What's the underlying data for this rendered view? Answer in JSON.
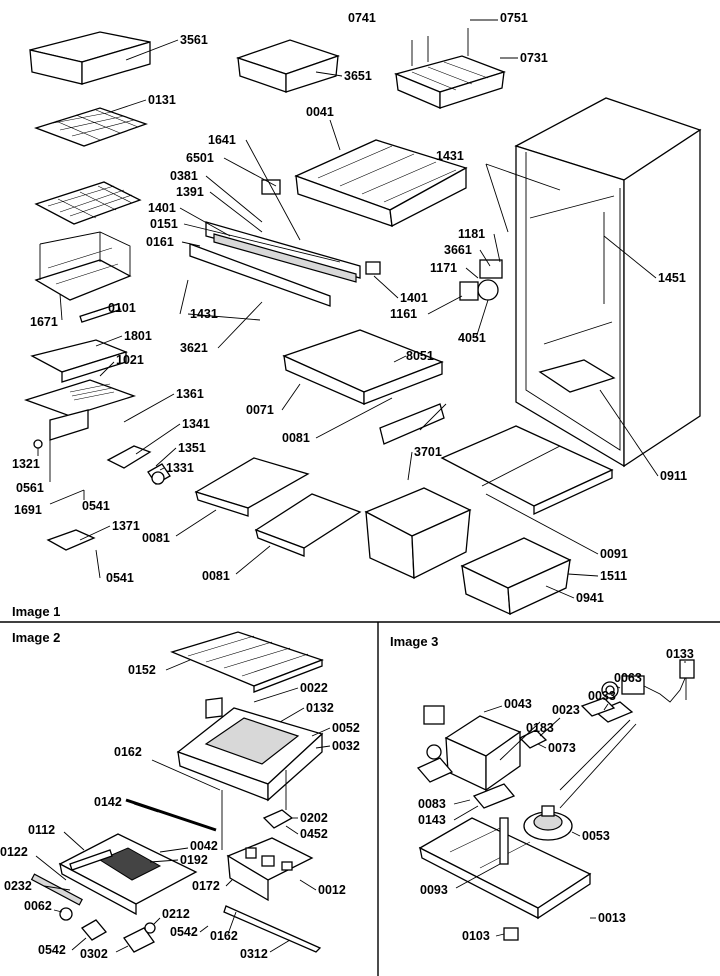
{
  "panels": {
    "image1": "Image 1",
    "image2": "Image 2",
    "image3": "Image 3"
  },
  "callouts": {
    "image1": [
      "3561",
      "3651",
      "0741",
      "0751",
      "0731",
      "0131",
      "0041",
      "1641",
      "6501",
      "0381",
      "1391",
      "1401",
      "0151",
      "0161",
      "1431",
      "1451",
      "1181",
      "3661",
      "1171",
      "1161",
      "1401",
      "4051",
      "1671",
      "0101",
      "1431",
      "3621",
      "1801",
      "1021",
      "8051",
      "0071",
      "0081",
      "1361",
      "1341",
      "1351",
      "1331",
      "1321",
      "0561",
      "0541",
      "1691",
      "1371",
      "0541",
      "0081",
      "0081",
      "3701",
      "0091",
      "1511",
      "0941",
      "0911"
    ],
    "image2": [
      "0152",
      "0022",
      "0132",
      "0052",
      "0032",
      "0162",
      "0142",
      "0112",
      "0042",
      "0192",
      "0122",
      "0232",
      "0202",
      "0452",
      "0172",
      "0012",
      "0062",
      "0212",
      "0542",
      "0162",
      "0302",
      "0542",
      "0312"
    ],
    "image3": [
      "0133",
      "0063",
      "0043",
      "0033",
      "0023",
      "0183",
      "0073",
      "0083",
      "0143",
      "0053",
      "0093",
      "0013",
      "0103"
    ]
  }
}
